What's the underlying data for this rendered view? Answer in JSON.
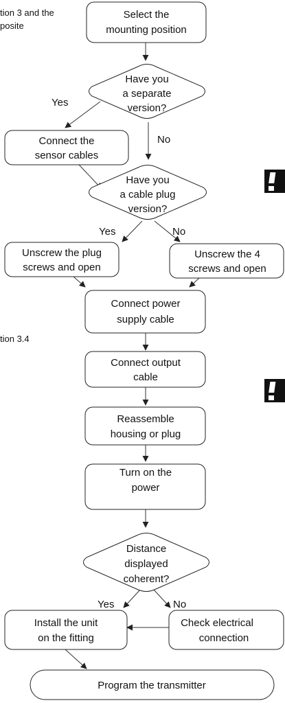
{
  "side_text": {
    "top_line1": "tion 3 and the",
    "top_line2": "posite",
    "mid": "tion 3.4"
  },
  "nodes": {
    "select_mounting": [
      "Select the",
      "mounting position"
    ],
    "separate_version": [
      "Have you",
      "a separate",
      "version?"
    ],
    "connect_sensor": [
      "Connect the",
      "sensor cables"
    ],
    "cable_plug": [
      "Have you",
      "a cable plug",
      "version?"
    ],
    "unscrew_plug": [
      "Unscrew the plug",
      "screws and open"
    ],
    "unscrew_4": [
      "Unscrew the 4",
      "screws and open"
    ],
    "connect_power": [
      "Connect power",
      "supply cable"
    ],
    "connect_output": [
      "Connect output",
      "cable"
    ],
    "reassemble": [
      "Reassemble",
      "housing or plug"
    ],
    "turn_on": [
      "Turn on the",
      "power"
    ],
    "distance": [
      "Distance",
      "displayed",
      "coherent?"
    ],
    "install": [
      "Install the unit",
      "on the fitting"
    ],
    "check_electrical": [
      "Check electrical",
      "connection"
    ],
    "program": [
      "Program the transmitter"
    ]
  },
  "edge_labels": {
    "sep_yes": "Yes",
    "sep_no": "No",
    "plug_yes": "Yes",
    "plug_no": "No",
    "dist_yes": "Yes",
    "dist_no": "No"
  },
  "icons": [
    "warning-icon",
    "warning-icon"
  ]
}
